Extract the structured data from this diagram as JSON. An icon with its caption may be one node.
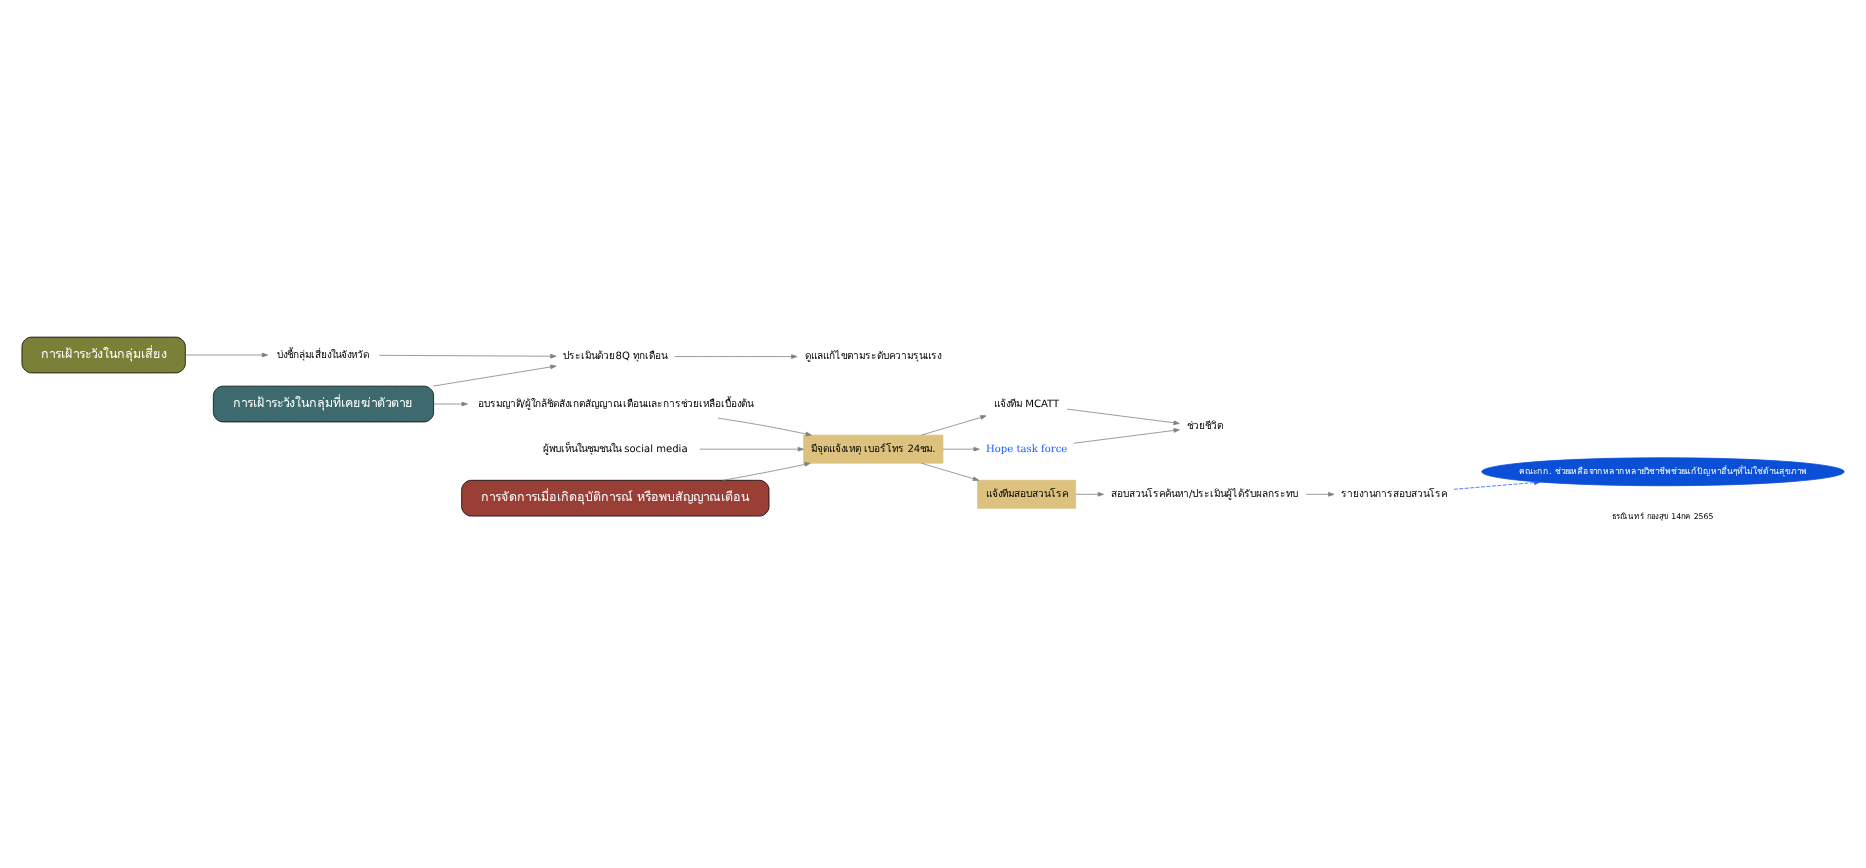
{
  "diagram": {
    "nodes": [
      {
        "text": [
          "การเฝ้าระวังในกลุ่มเสี่ยง"
        ]
      },
      {
        "text": [
          "บ่งชี้กลุ่มเสี่ยงในจังหวัด"
        ]
      },
      {
        "text": [
          "ประเมินด้วย8Q ทุกเดือน"
        ]
      },
      {
        "text": [
          "ดูแลแก้ไขตามระดับความรุนแรง"
        ]
      },
      {
        "text": [
          "การเฝ้าระวังในกลุ่มที่เคยฆ่าตัวตาย"
        ]
      },
      {
        "text": [
          "อบรมญาติ/ผู้ใกล้ชิดสังเกตสัญญาณเตือนและการช่วยเหลือเบื้องต้น"
        ]
      },
      {
        "text": [
          "คณะกก. ช่วยเหลือจากหลากหลายวิชาชีพช่วยแก้ปัญหาอื่นๆที่ไม่ใช่ด้านสุขภาพ"
        ]
      },
      {
        "text": [
          "ผู้พบเห็นในชุมชนใน social media"
        ]
      },
      {
        "text": [
          "การจัดการเมื่อเกิดอุบัติการณ์ หรือพบสัญญาณเตือน"
        ]
      },
      {
        "text": [
          "มีจุดแจ้งเหตุ เบอร์โทร 24ชม."
        ]
      },
      {
        "text": [
          "แจ้งทีม MCATT"
        ]
      },
      {
        "text": [
          "Hope task force"
        ]
      },
      {
        "text": [
          "ช่วยชีวิต"
        ]
      },
      {
        "text": [
          "แจ้งทีมสอบสวนโรค"
        ]
      },
      {
        "text": [
          "สอบสวนโรคค้นหา/ประเมินผู้ได้รับผลกระทบ"
        ]
      },
      {
        "text": [
          "รายงานการสอบสวนโรค"
        ]
      }
    ],
    "edges": [
      {
        "from": 0,
        "to": 1,
        "arrow": "to"
      },
      {
        "from": 1,
        "to": 2,
        "arrow": "to"
      },
      {
        "from": 4,
        "to": 2,
        "arrow": "to"
      },
      {
        "from": 2,
        "to": 3,
        "arrow": "to"
      },
      {
        "from": 4,
        "to": 5,
        "arrow": "to"
      },
      {
        "from": 7,
        "to": 9,
        "arrow": "to"
      },
      {
        "from": 5,
        "to": 9,
        "arrow": "to"
      },
      {
        "from": 8,
        "to": 9,
        "arrow": "to"
      },
      {
        "from": 9,
        "to": 10,
        "arrow": "to"
      },
      {
        "from": 9,
        "to": 11,
        "arrow": "to"
      },
      {
        "from": 10,
        "to": 12,
        "arrow": "to"
      },
      {
        "from": 11,
        "to": 12,
        "arrow": "to"
      },
      {
        "from": 9,
        "to": 13,
        "arrow": "to"
      },
      {
        "from": 13,
        "to": 14,
        "arrow": "to"
      },
      {
        "from": 14,
        "to": 15,
        "arrow": "to"
      },
      {
        "from": 15,
        "to": 6,
        "arrow": "to",
        "style": "dashed",
        "color": "#1a5cff"
      }
    ],
    "labels": [
      "ธรณินทร์ กองสุข 14กค 2565"
    ]
  }
}
